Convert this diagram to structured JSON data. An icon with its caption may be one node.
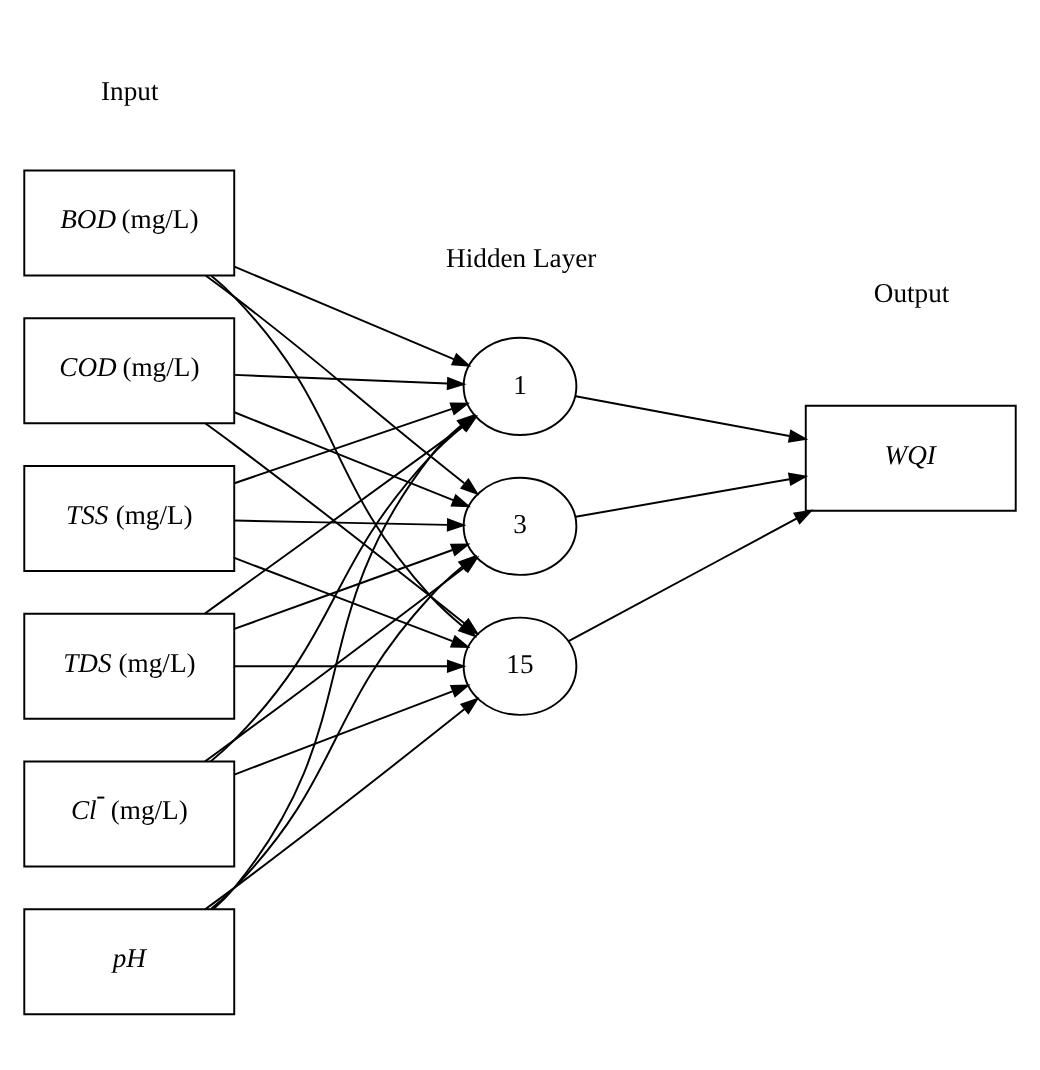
{
  "diagram": {
    "nodes": [
      {
        "text": [
          "*BOD* (mg/L)"
        ]
      },
      {
        "text": [
          "*COD* (mg/L)"
        ]
      },
      {
        "text": [
          "*TSS* (mg/L)"
        ]
      },
      {
        "text": [
          "*TDS* (mg/L)"
        ]
      },
      {
        "text": [
          "*Cl*$^{-}$ (mg/L)"
        ]
      },
      {
        "text": [
          "pH"
        ]
      },
      {
        "text": [
          "1"
        ]
      },
      {
        "text": [
          "3"
        ]
      },
      {
        "text": [
          "15"
        ]
      },
      {
        "text": [
          "WQI"
        ]
      }
    ],
    "edges": [
      {
        "from": 0,
        "to": 6,
        "arrow": "to"
      },
      {
        "from": 0,
        "to": 7,
        "arrow": "to"
      },
      {
        "from": 0,
        "to": 8,
        "arrow": "to"
      },
      {
        "from": 1,
        "to": 6,
        "arrow": "to"
      },
      {
        "from": 1,
        "to": 7,
        "arrow": "to"
      },
      {
        "from": 1,
        "to": 8,
        "arrow": "to"
      },
      {
        "from": 2,
        "to": 6,
        "arrow": "to"
      },
      {
        "from": 2,
        "to": 7,
        "arrow": "to"
      },
      {
        "from": 2,
        "to": 8,
        "arrow": "to"
      },
      {
        "from": 3,
        "to": 6,
        "arrow": "to"
      },
      {
        "from": 3,
        "to": 7,
        "arrow": "to"
      },
      {
        "from": 3,
        "to": 8,
        "arrow": "to"
      },
      {
        "from": 4,
        "to": 6,
        "arrow": "to"
      },
      {
        "from": 4,
        "to": 7,
        "arrow": "to"
      },
      {
        "from": 4,
        "to": 8,
        "arrow": "to"
      },
      {
        "from": 5,
        "to": 6,
        "arrow": "to"
      },
      {
        "from": 5,
        "to": 7,
        "arrow": "to"
      },
      {
        "from": 5,
        "to": 8,
        "arrow": "to"
      },
      {
        "from": 6,
        "to": 9,
        "arrow": "to"
      },
      {
        "from": 7,
        "to": 9,
        "arrow": "to"
      },
      {
        "from": 8,
        "to": 9,
        "arrow": "to"
      }
    ],
    "labels": [
      "Input",
      "Hidden Layer",
      "Output"
    ]
  }
}
